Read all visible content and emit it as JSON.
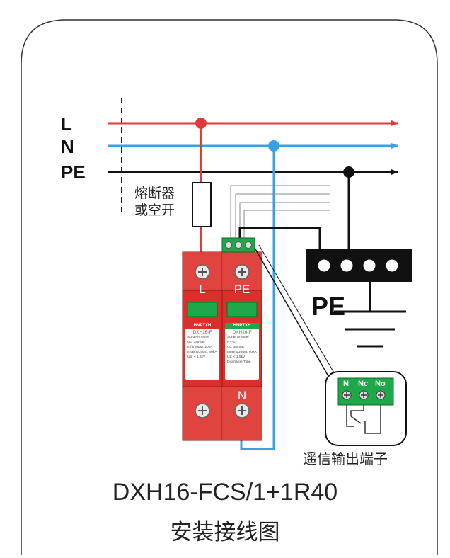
{
  "lines": {
    "l_label": "L",
    "n_label": "N",
    "pe_label": "PE"
  },
  "fuse_label": [
    "熔断器",
    "或空开"
  ],
  "module_left": {
    "top_terminal": "L",
    "card": {
      "brand": "HNPTXH",
      "model": "DXH16-F",
      "type": "Surge Arrester",
      "spec1": "Uc:   385Vac",
      "spec2": "In(8/20μs): 20kA",
      "spec3": "Imax(8/20μs): 40kA",
      "spec4": "Up:   < 1.8kV"
    }
  },
  "module_right": {
    "top_terminal": "PE",
    "bottom_terminal": "N",
    "card": {
      "brand": "HNPTXH",
      "model": "DXH16-F",
      "type": "Surge Arrester",
      "spec1": "N-PE",
      "spec2": "Uc:   385Vac",
      "spec3": "Imax(8/20μs): 40kA",
      "spec4": "Up:   < 1.5kV",
      "spec5": "Discharge Tube"
    }
  },
  "ground_label": "PE",
  "remote_terminal": {
    "labels": [
      "N",
      "Nc",
      "No"
    ],
    "caption": "遥信输出端子"
  },
  "title": {
    "model": "DXH16-FCS/1+1R40",
    "subtitle": "安装接线图"
  },
  "colors": {
    "l_wire": "#e03a3a",
    "n_wire": "#3aa0e0",
    "pe_wire": "#111111",
    "module_red": "#d9302b",
    "module_dark_red": "#b82520",
    "terminal_green": "#1fa84a",
    "card_left_header": "#d9302b",
    "card_right_header": "#1fa84a"
  }
}
